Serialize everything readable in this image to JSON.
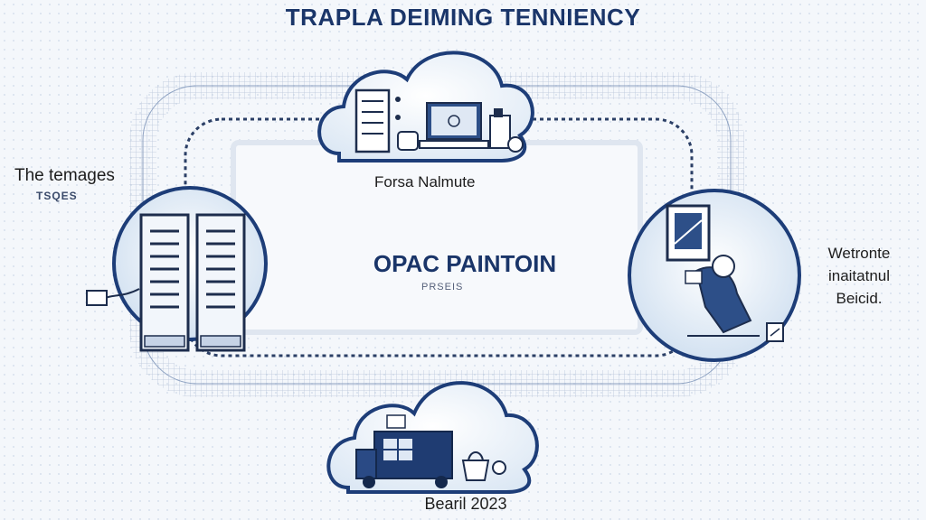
{
  "title": "TRAPLA DEIMING TENNIENCY",
  "labels": {
    "left": "The temages",
    "left_sub": "TSQES",
    "top": "Forsa Nalmute",
    "center": "OPAC PAINTOIN",
    "center_sub": "PRSEIS",
    "right": [
      "Wetronte",
      "inaitatnul",
      "Beicid."
    ],
    "bottom": "Bearil 2023"
  },
  "icons": {
    "top_cloud": [
      "cloud-icon",
      "server-rack-icon",
      "laptop-icon",
      "battery-icon",
      "cup-icon"
    ],
    "left_circle": [
      "server-tower-icon",
      "server-tower-icon",
      "cable-icon"
    ],
    "right_circle": [
      "person-with-monitor-icon",
      "document-icon"
    ],
    "bottom_cloud": [
      "cloud-icon",
      "truck-icon",
      "basket-icon"
    ]
  },
  "colors": {
    "primary": "#1a3569",
    "accent": "#2c5aa0",
    "circle_fill": "#dce8f5",
    "frame": "#4a5f86"
  }
}
